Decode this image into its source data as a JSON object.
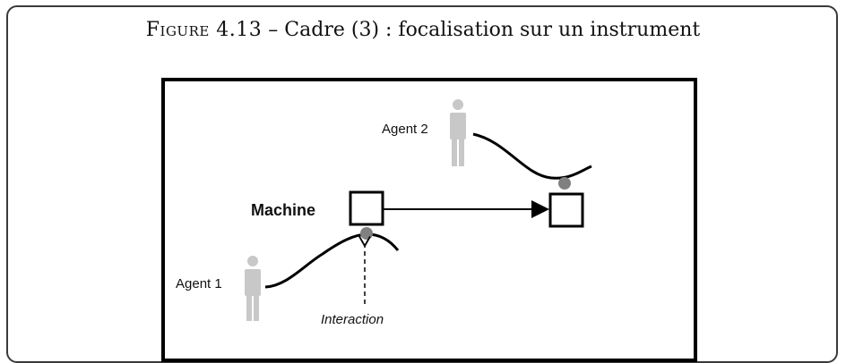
{
  "figure": {
    "label": "Figure 4.13",
    "separator": "–",
    "text": "Cadre (3) : focalisation sur un instrument"
  },
  "diagram": {
    "machine_label": "Machine",
    "agent1_label": "Agent 1",
    "agent2_label": "Agent 2",
    "interaction_label": "Interaction"
  }
}
